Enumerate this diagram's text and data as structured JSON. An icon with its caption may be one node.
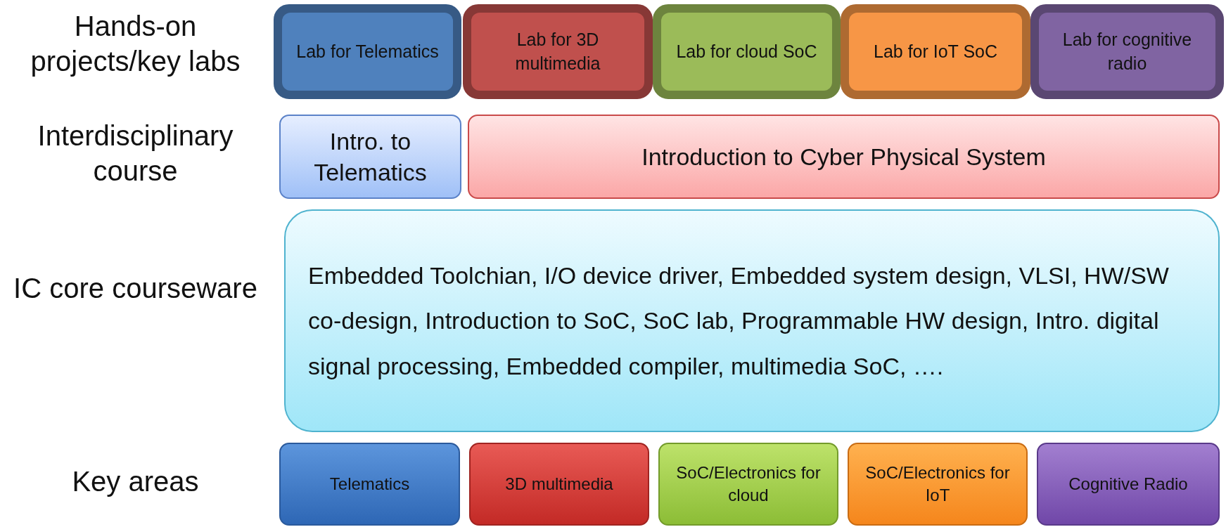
{
  "diagram": {
    "nodes": [
      {
        "text": [
          "Lab for Telematics"
        ]
      },
      {
        "text": [
          "Lab for 3D multimedia"
        ]
      },
      {
        "text": [
          "Lab for cloud SoC"
        ]
      },
      {
        "text": [
          "Lab for IoT SoC"
        ]
      },
      {
        "text": [
          "Lab for cognitive radio"
        ]
      },
      {
        "text": [
          "Intro. to Telematics"
        ]
      },
      {
        "text": [
          "Introduction to Cyber Physical System"
        ]
      },
      {
        "text": [
          "Embedded Toolchian, I/O device driver, Embedded system design, VLSI, HW/SW co-design, Introduction to SoC, SoC lab, Programmable HW design, Intro. digital signal processing, Embedded compiler, multimedia SoC, …."
        ]
      },
      {
        "text": [
          "Telematics"
        ]
      },
      {
        "text": [
          "3D multimedia"
        ]
      },
      {
        "text": [
          "SoC/Electronics for cloud"
        ]
      },
      {
        "text": [
          "SoC/Electronics for IoT"
        ]
      },
      {
        "text": [
          "Cognitive Radio"
        ]
      }
    ],
    "labels": [
      "Hands-on projects/key labs",
      "Interdisciplinary course",
      "IC core courseware",
      "Key areas"
    ]
  }
}
